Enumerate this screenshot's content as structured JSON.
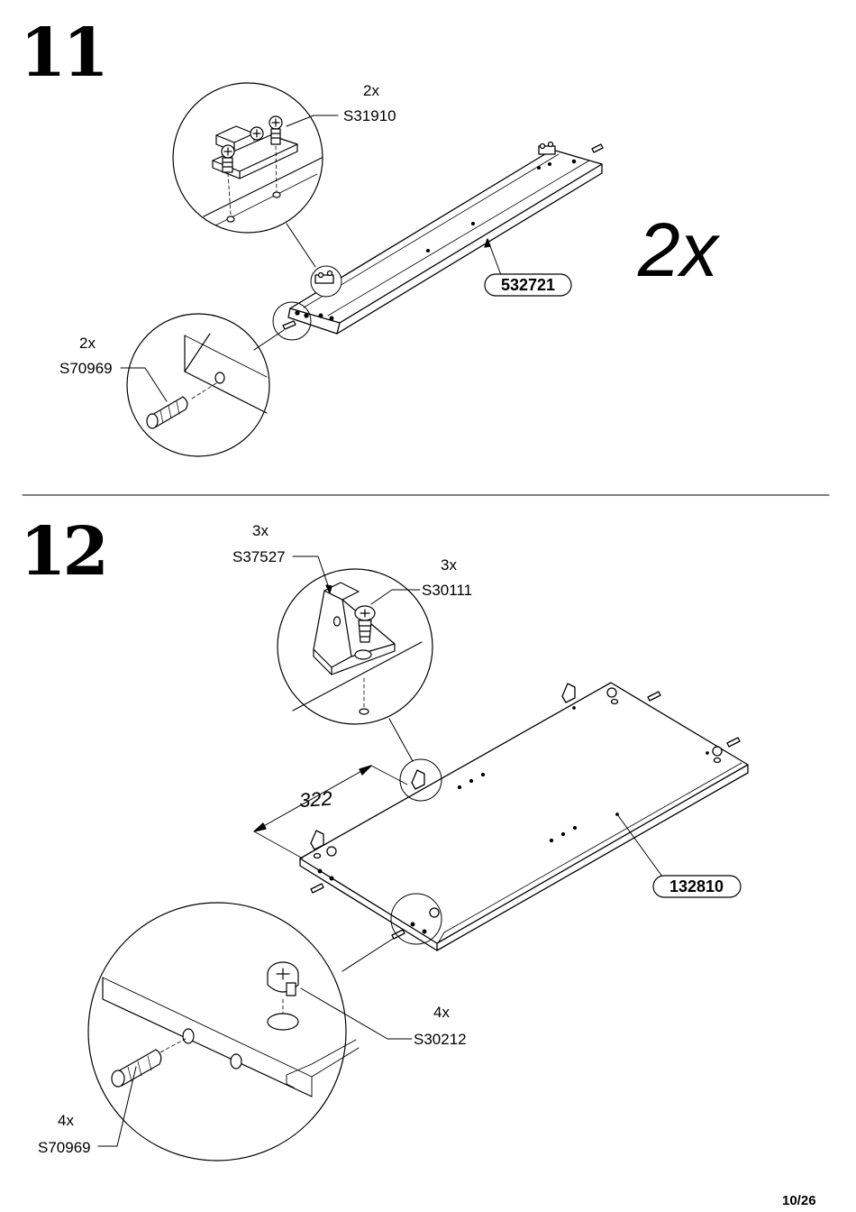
{
  "step11": {
    "number": "11",
    "multiplier": "2x",
    "hinge": {
      "qty": "2x",
      "code": "S31910"
    },
    "dowel": {
      "qty": "2x",
      "code": "S70969"
    },
    "board": {
      "code": "532721"
    }
  },
  "step12": {
    "number": "12",
    "bracket": {
      "qty": "3x",
      "code": "S37527"
    },
    "screw": {
      "qty": "3x",
      "code": "S30111"
    },
    "cam": {
      "qty": "4x",
      "code": "S30212"
    },
    "dowel": {
      "qty": "4x",
      "code": "S70969"
    },
    "panel": {
      "code": "132810"
    },
    "dimension": "322"
  },
  "page": {
    "number": "10/26"
  }
}
